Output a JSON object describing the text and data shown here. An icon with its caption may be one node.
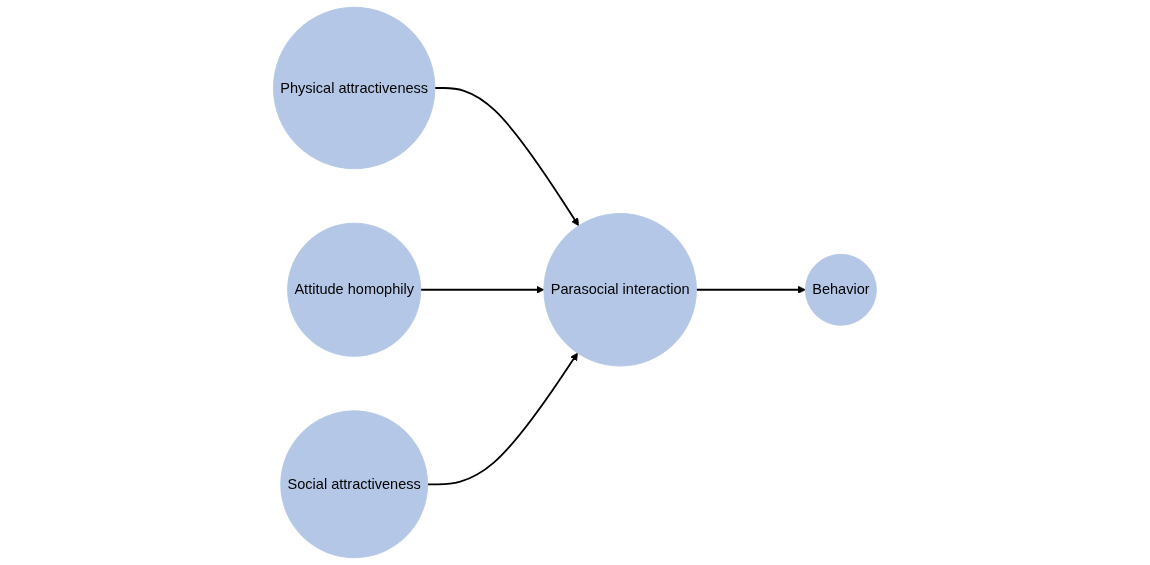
{
  "diagram": {
    "nodes": [
      {
        "text": [
          "Physical attractiveness"
        ]
      },
      {
        "text": [
          "Attitude homophily"
        ]
      },
      {
        "text": [
          "Parasocial interaction"
        ]
      },
      {
        "text": [
          "Social attractiveness"
        ]
      },
      {
        "text": [
          "Behavior"
        ]
      }
    ],
    "edges": [
      {
        "from": 0,
        "to": 2,
        "arrow": "to"
      },
      {
        "from": 1,
        "to": 2,
        "arrow": "to"
      },
      {
        "from": 3,
        "to": 2,
        "arrow": "to"
      },
      {
        "from": 2,
        "to": 4,
        "arrow": "to"
      }
    ]
  }
}
